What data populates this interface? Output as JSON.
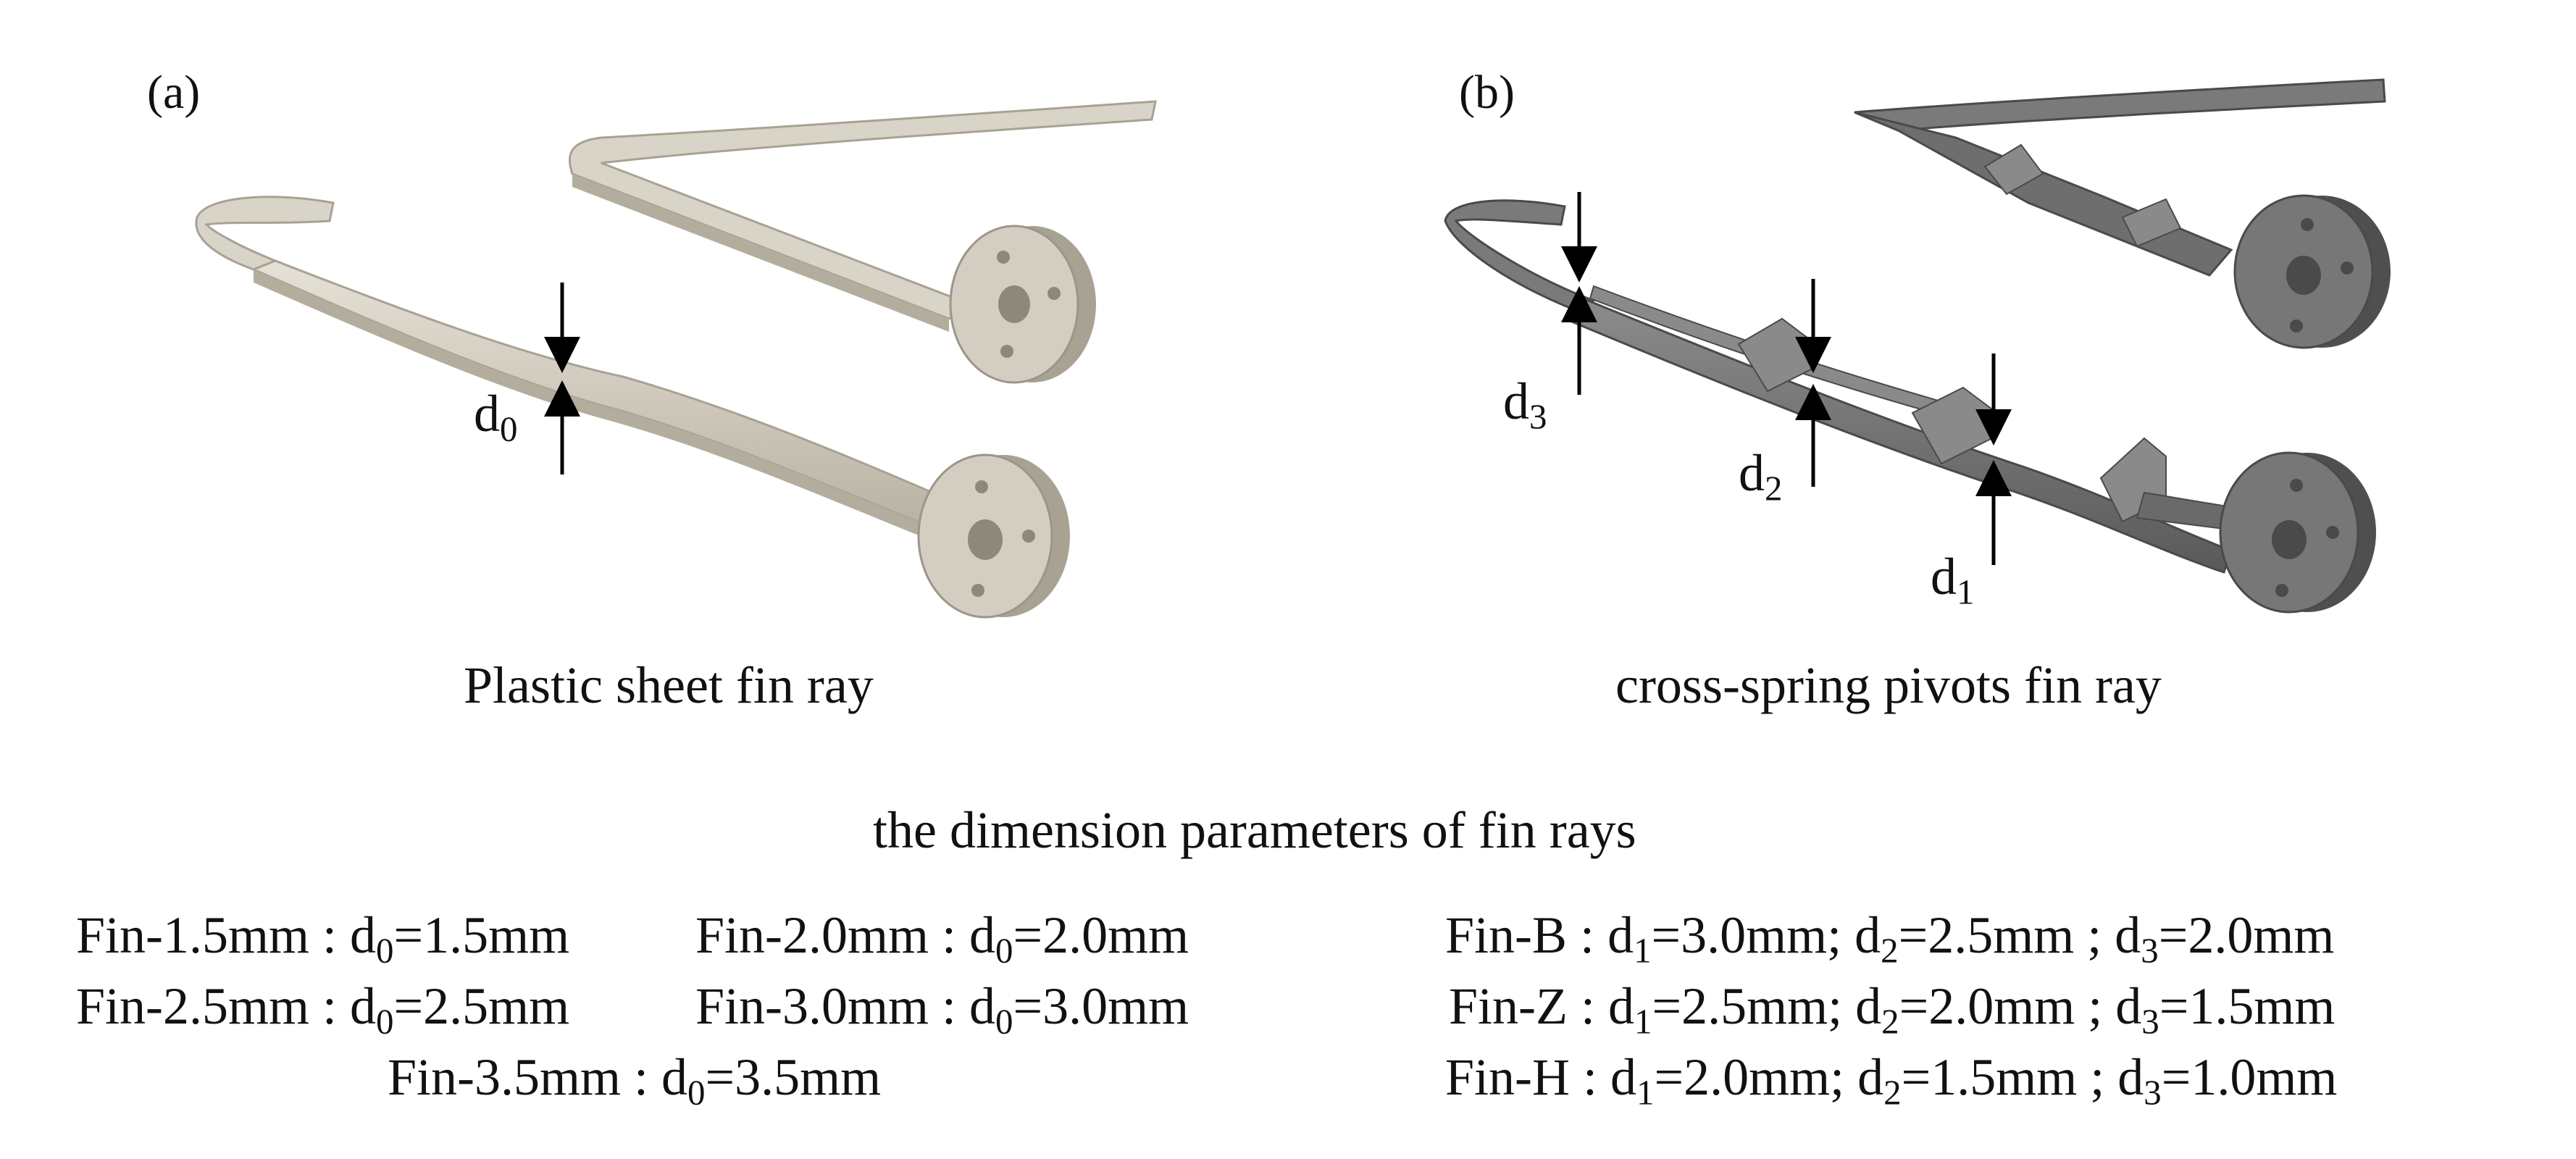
{
  "panels": [
    {
      "label": "(a)",
      "caption": "Plastic sheet fin ray",
      "dims": [
        {
          "symbol": "d",
          "sub": "0"
        }
      ]
    },
    {
      "label": "(b)",
      "caption": "cross-spring pivots fin ray",
      "dims": [
        {
          "symbol": "d",
          "sub": "3"
        },
        {
          "symbol": "d",
          "sub": "2"
        },
        {
          "symbol": "d",
          "sub": "1"
        }
      ]
    }
  ],
  "parameters": {
    "title": "the dimension parameters of fin rays",
    "plastic": [
      {
        "name": "Fin-1.5mm",
        "sep": " : ",
        "d": "d",
        "sub": "0",
        "value": "=1.5mm"
      },
      {
        "name": "Fin-2.0mm",
        "sep": " : ",
        "d": "d",
        "sub": "0",
        "value": "=2.0mm"
      },
      {
        "name": "Fin-2.5mm",
        "sep": " : ",
        "d": "d",
        "sub": "0",
        "value": "=2.5mm"
      },
      {
        "name": "Fin-3.0mm",
        "sep": " : ",
        "d": "d",
        "sub": "0",
        "value": "=3.0mm"
      },
      {
        "name": "Fin-3.5mm",
        "sep": " : ",
        "d": "d",
        "sub": "0",
        "value": "=3.5mm"
      }
    ],
    "cross_spring": [
      {
        "name": "Fin-B",
        "sep": " : ",
        "d1": "=3.0mm;",
        "d2": "=2.5mm ;",
        "d3": "=2.0mm"
      },
      {
        "name": "Fin-Z",
        "sep": " : ",
        "d1": "=2.5mm;",
        "d2": "=2.0mm ;",
        "d3": "=1.5mm"
      },
      {
        "name": "Fin-H",
        "sep": " : ",
        "d1": "=2.0mm;",
        "d2": "=1.5mm ;",
        "d3": "=1.0mm"
      }
    ]
  },
  "colors": {
    "plastic_light": "#ddd8cc",
    "plastic_mid": "#c9c3b4",
    "plastic_dark": "#a8a293",
    "spring_light": "#8a8a8a",
    "spring_mid": "#6f6f6f",
    "spring_dark": "#555555",
    "arrow": "#000000"
  }
}
